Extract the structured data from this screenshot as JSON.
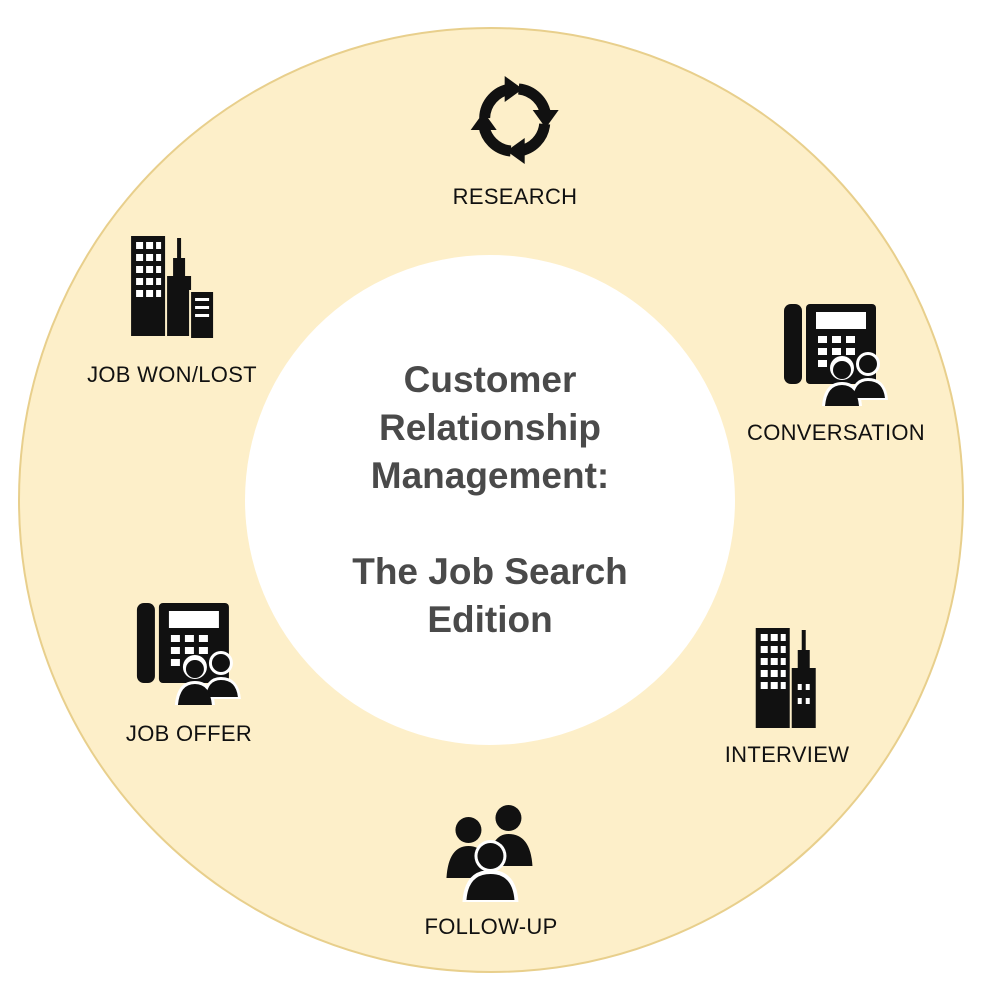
{
  "diagram": {
    "title_lines": [
      "Customer",
      "Relationship",
      "Management:"
    ],
    "subtitle_lines": [
      "The Job Search",
      "Edition"
    ],
    "colors": {
      "ring_fill": "#fdefc9",
      "ring_border": "#e8cf8c",
      "hub_fill": "#ffffff",
      "title_text": "#4a4a4a",
      "icon": "#111111"
    },
    "stages": [
      {
        "label": "RESEARCH",
        "icon": "cycle-arrows-icon"
      },
      {
        "label": "CONVERSATION",
        "icon": "office-phone-contacts-icon"
      },
      {
        "label": "INTERVIEW",
        "icon": "city-buildings-icon"
      },
      {
        "label": "FOLLOW-UP",
        "icon": "group-people-icon"
      },
      {
        "label": "JOB OFFER",
        "icon": "office-phone-contacts-icon"
      },
      {
        "label": "JOB WON/LOST",
        "icon": "buildings-server-icon"
      }
    ]
  }
}
